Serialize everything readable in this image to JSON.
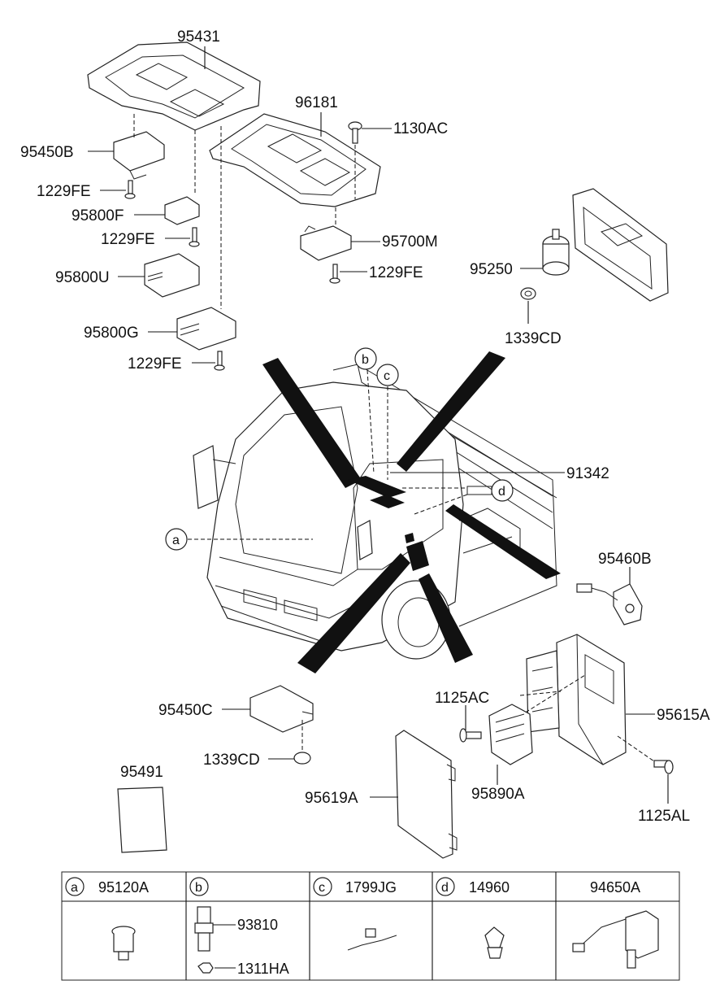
{
  "labels": {
    "p95431": "95431",
    "p96181": "96181",
    "p1130AC": "1130AC",
    "p95450B": "95450B",
    "p1229FE_1": "1229FE",
    "p95800F": "95800F",
    "p1229FE_2": "1229FE",
    "p95700M": "95700M",
    "p1229FE_3": "1229FE",
    "p95800U": "95800U",
    "p95250": "95250",
    "p95800G": "95800G",
    "p1339CD_1": "1339CD",
    "p1229FE_4": "1229FE",
    "p91342": "91342",
    "p95460B": "95460B",
    "p95450C": "95450C",
    "p1125AC": "1125AC",
    "p95615A": "95615A",
    "p1339CD_2": "1339CD",
    "p95491": "95491",
    "p95619A": "95619A",
    "p95890A": "95890A",
    "p1125AL": "1125AL"
  },
  "callouts": {
    "a": "a",
    "b": "b",
    "c": "c",
    "d": "d"
  },
  "legend": [
    {
      "key": "a",
      "part": "95120A"
    },
    {
      "key": "b",
      "part": ""
    },
    {
      "key": "c",
      "part": "1799JG"
    },
    {
      "key": "d",
      "part": "14960"
    },
    {
      "key": "",
      "part": "94650A"
    }
  ],
  "legend_sub": {
    "b1": "93810",
    "b2": "1311HA"
  }
}
